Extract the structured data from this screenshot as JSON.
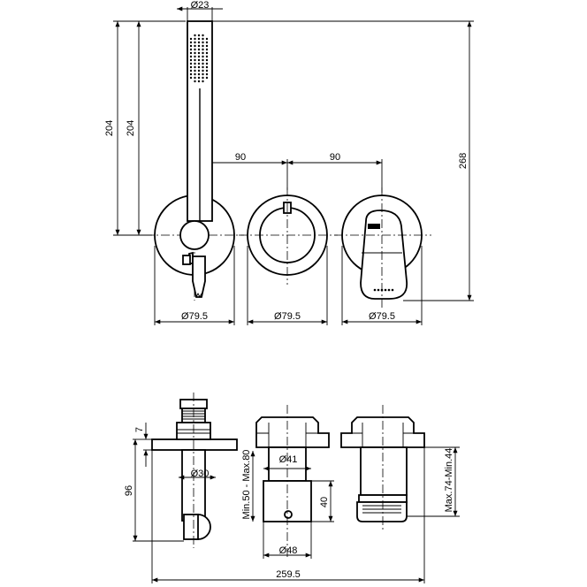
{
  "front_view": {
    "dim_shower_diameter": "Ø23",
    "dim_height_left_1": "204",
    "dim_height_left_2": "204",
    "dim_height_right": "268",
    "dim_spacing_1": "90",
    "dim_spacing_2": "90",
    "dim_plate_1": "Ø79.5",
    "dim_plate_2": "Ø79.5",
    "dim_plate_3": "Ø79.5"
  },
  "side_view": {
    "dim_thickness": "7",
    "dim_depth": "96",
    "dim_outlet_diameter": "Ø30",
    "dim_body_range": "Min.50 - Max.80",
    "dim_inner_diameter": "Ø41",
    "dim_knob_height": "40",
    "dim_knob_diameter": "Ø48",
    "dim_lever_range": "Max.74-Min.44",
    "dim_total_width": "259.5"
  }
}
